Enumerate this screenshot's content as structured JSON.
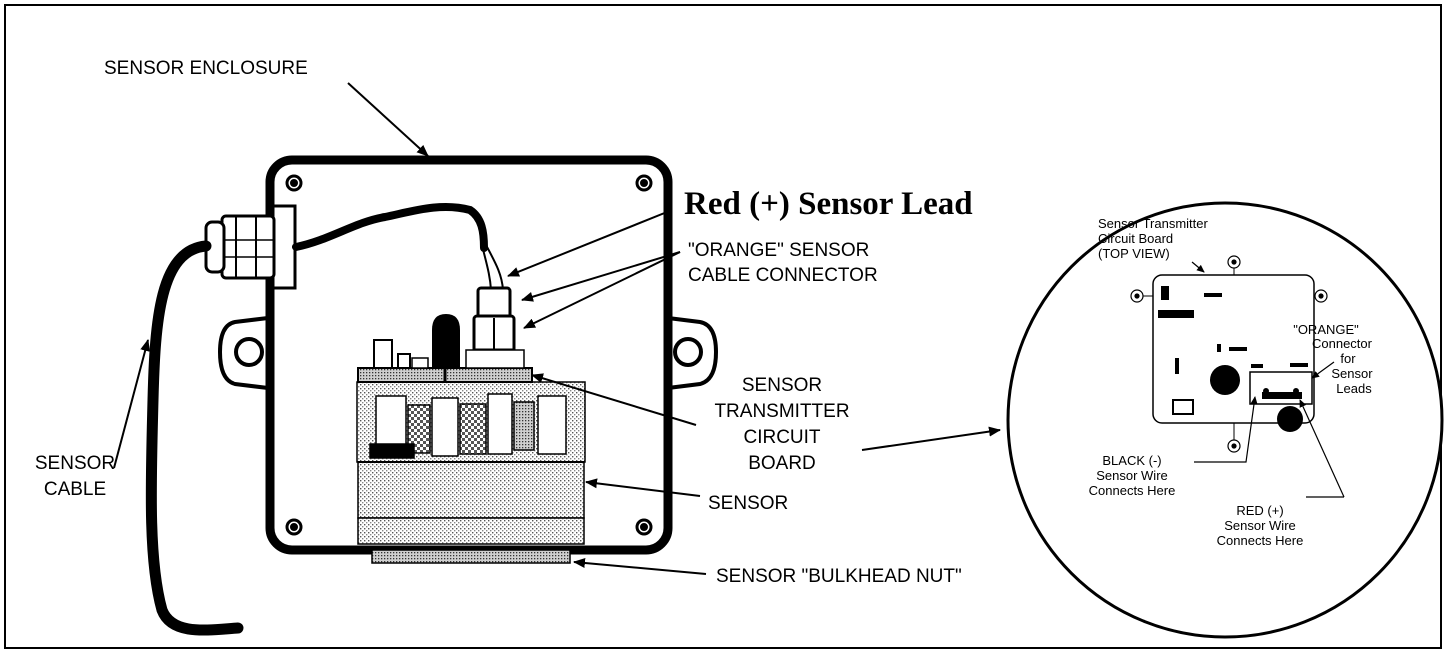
{
  "labels": {
    "sensor_enclosure": "SENSOR ENCLOSURE",
    "red_sensor_lead": "Red (+) Sensor Lead",
    "orange_connector_line1": "\"ORANGE\" SENSOR",
    "orange_connector_line2": "CABLE CONNECTOR",
    "transmitter_board_line1": "SENSOR",
    "transmitter_board_line2": "TRANSMITTER",
    "transmitter_board_line3": "CIRCUIT",
    "transmitter_board_line4": "BOARD",
    "sensor": "SENSOR",
    "sensor_cable_line1": "SENSOR",
    "sensor_cable_line2": "CABLE",
    "bulkhead_nut": "SENSOR \"BULKHEAD NUT\""
  },
  "detail": {
    "board_title_line1": "Sensor Transmitter",
    "board_title_line2": "Circuit Board",
    "board_title_line3": "(TOP VIEW)",
    "orange_connector_line1": "\"ORANGE\"",
    "orange_connector_line2": "Connector",
    "orange_connector_line3": "for",
    "orange_connector_line4": "Sensor",
    "orange_connector_line5": "Leads",
    "black_wire_line1": "BLACK (-)",
    "black_wire_line2": "Sensor Wire",
    "black_wire_line3": "Connects Here",
    "red_wire_line1": "RED (+)",
    "red_wire_line2": "Sensor Wire",
    "red_wire_line3": "Connects Here"
  },
  "colors": {
    "ink": "#000000",
    "background": "#ffffff",
    "stipple": "#b8b8b8"
  }
}
